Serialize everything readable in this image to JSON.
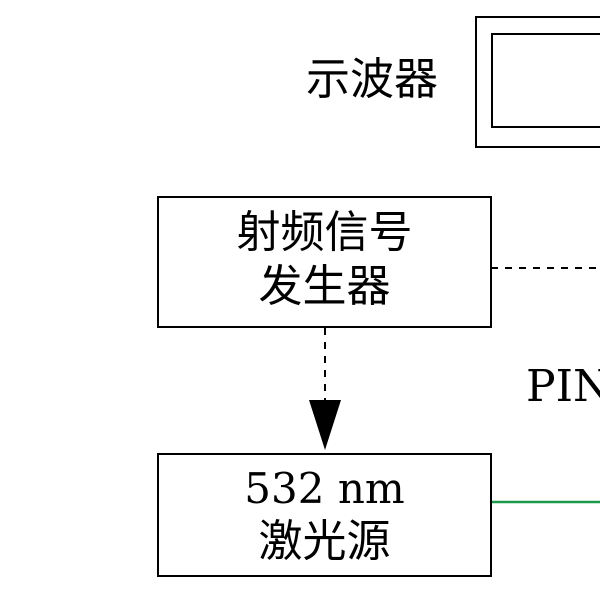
{
  "oscilloscope": {
    "label": "示波器"
  },
  "rf_generator": {
    "line1": "射频信号",
    "line2": "发生器"
  },
  "laser": {
    "line1": "532 nm",
    "line2": "激光源"
  },
  "pin_label": "PIN",
  "colors": {
    "stroke": "#000000",
    "laser_beam": "#1a9a4a"
  }
}
